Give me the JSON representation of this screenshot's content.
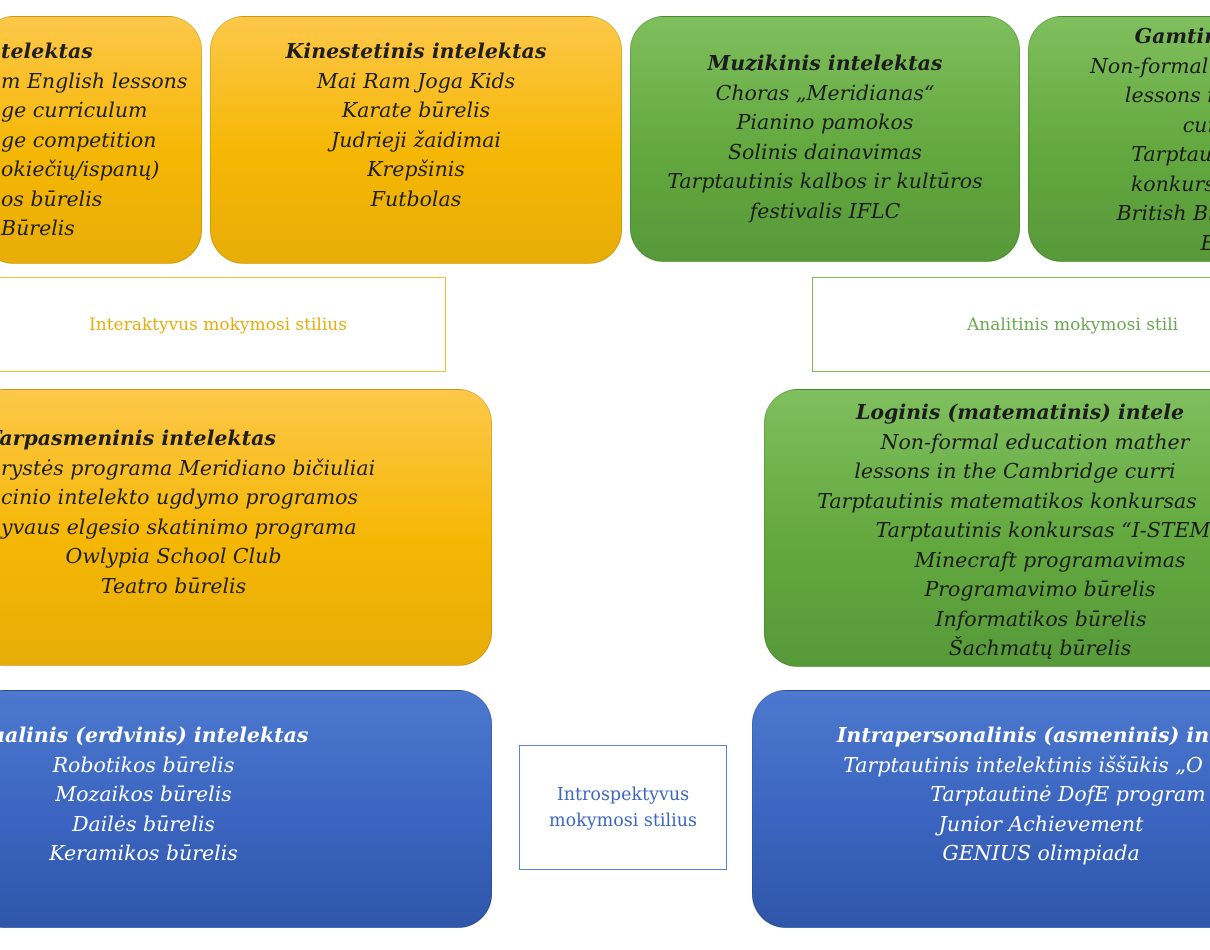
{
  "boxes": {
    "lingvistinis": {
      "title": "telektas",
      "items": [
        "m English lessons",
        "ge curriculum",
        "ge competition",
        "okiečių/ispanų)",
        "os būrelis",
        "Būrelis"
      ]
    },
    "kinestetinis": {
      "title": "Kinestetinis intelektas",
      "items": [
        "Mai Ram Joga Kids",
        "Karate būrelis",
        "Judrieji žaidimai",
        "Krepšinis",
        "Futbolas"
      ]
    },
    "muzikinis": {
      "title": "Muzikinis intelektas",
      "items": [
        "Choras „Meridianas“",
        "Pianino pamokos",
        "Solinis dainavimas",
        "Tarptautinis kalbos ir kultūros",
        "festivalis IFLC"
      ]
    },
    "gamtinis": {
      "title": "Gamtini",
      "items": [
        "Non-formal e",
        "lessons in",
        "curr",
        "Tarptauti",
        "konkursa",
        "British Bio",
        "Ec"
      ]
    },
    "tarpasmeninis": {
      "title": "Tarpasmeninis intelektas",
      "items": [
        "rystės programa Meridiano bičiuliai",
        "cinio intelekto ugdymo programos",
        "yvaus elgesio skatinimo programa",
        "Owlypia School Club",
        "Teatro būrelis"
      ]
    },
    "loginis": {
      "title": "Loginis (matematinis) intele",
      "items": [
        "Non-formal education mather",
        "lessons in the Cambridge curri",
        "Tarptautinis matematikos konkursas",
        "Tarptautinis konkursas “I-STEM",
        "Minecraft programavimas",
        "Programavimo būrelis",
        "Informatikos būrelis",
        "Šachmatų būrelis"
      ]
    },
    "vizualinis": {
      "title": "zualinis (erdvinis) intelektas",
      "items": [
        "Robotikos būrelis",
        "Mozaikos būrelis",
        "Dailės būrelis",
        "Keramikos būrelis"
      ]
    },
    "intrapersonalinis": {
      "title": "Intrapersonalinis (asmeninis) in",
      "items": [
        "Tarptautinis intelektinis iššūkis „O",
        "Tarptautinė DofE program",
        "Junior Achievement",
        "GENIUS olimpiada"
      ]
    }
  },
  "labels": {
    "interaktyvus": "Interaktyvus mokymosi stilius",
    "analitinis": "Analitinis  mokymosi stili",
    "introspektyvus_line1": "Introspektyvus",
    "introspektyvus_line2": "mokymosi stilius"
  },
  "colors": {
    "yellow": "#f5b704",
    "green": "#63a83e",
    "blue": "#3a64bf"
  }
}
